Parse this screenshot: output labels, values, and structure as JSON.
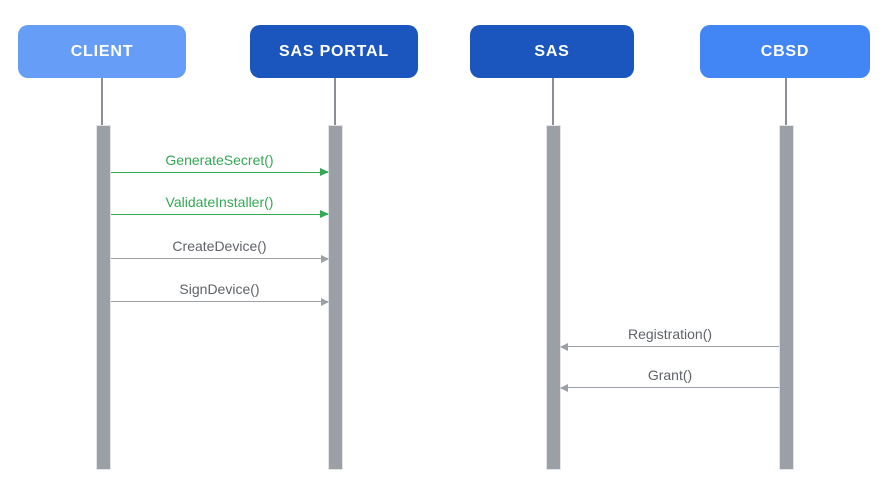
{
  "diagram": {
    "type": "sequence-diagram",
    "background": "#FFFFFF"
  },
  "actors": [
    {
      "label": "CLIENT",
      "fill": "#669DF6",
      "text_color": "#FFFFFF"
    },
    {
      "label": "SAS PORTAL",
      "fill": "#1A56BE",
      "text_color": "#FFFFFF"
    },
    {
      "label": "SAS",
      "fill": "#1A56BE",
      "text_color": "#FFFFFF"
    },
    {
      "label": "CBSD",
      "fill": "#4285F4",
      "text_color": "#FFFFFF"
    }
  ],
  "messages": [
    {
      "label": "GenerateSecret()",
      "from": "CLIENT",
      "to": "SAS PORTAL",
      "direction": "right",
      "color": "#34A853"
    },
    {
      "label": "ValidateInstaller()",
      "from": "CLIENT",
      "to": "SAS PORTAL",
      "direction": "right",
      "color": "#34A853"
    },
    {
      "label": "CreateDevice()",
      "from": "CLIENT",
      "to": "SAS PORTAL",
      "direction": "right",
      "color": "#9AA0A6"
    },
    {
      "label": "SignDevice()",
      "from": "CLIENT",
      "to": "SAS PORTAL",
      "direction": "right",
      "color": "#9AA0A6"
    },
    {
      "label": "Registration()",
      "from": "CBSD",
      "to": "SAS",
      "direction": "left",
      "color": "#9AA0A6"
    },
    {
      "label": "Grant()",
      "from": "CBSD",
      "to": "SAS",
      "direction": "left",
      "color": "#9AA0A6"
    }
  ],
  "colors": {
    "activation_bar": "#9AA0A6",
    "lifeline_connector": "#8A8F95",
    "green_message": "#34A853",
    "gray_message_line": "#9AA0A6",
    "gray_message_text": "#5F6368"
  }
}
